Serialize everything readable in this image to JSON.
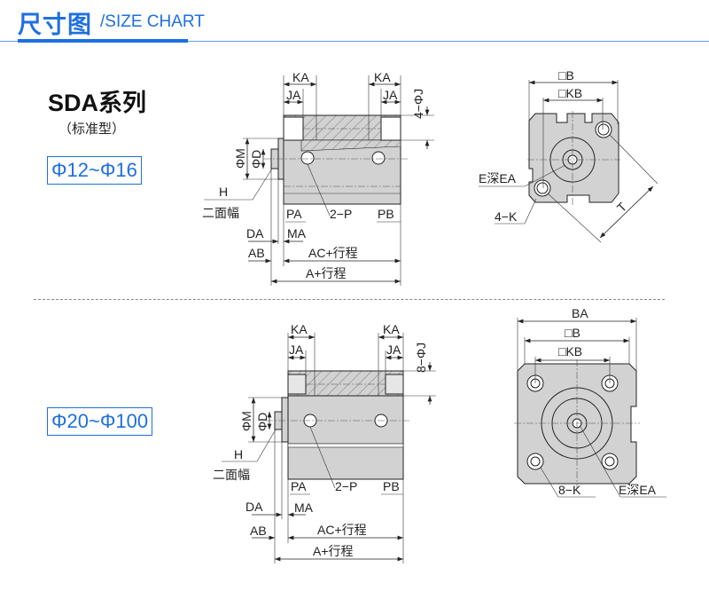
{
  "header": {
    "title_cn": "尺寸图",
    "title_en": "/SIZE CHART"
  },
  "series": {
    "name": "SDA系列",
    "subtype": "（标准型）"
  },
  "section1": {
    "range": "Φ12~Φ16",
    "labels": {
      "ka1": "KA",
      "ja1": "JA",
      "ka2": "KA",
      "ja2": "JA",
      "phij": "4−ΦJ",
      "phim": "ΦM",
      "phid": "ΦD",
      "h": "H",
      "flats": "二面幅",
      "pa": "PA",
      "p": "2−P",
      "pb": "PB",
      "da": "DA",
      "ma": "MA",
      "ab": "AB",
      "ac": "AC+行程",
      "a": "A+行程",
      "b": "□B",
      "kb": "□KB",
      "e": "E深EA",
      "k": "4−K",
      "t": "T"
    }
  },
  "section2": {
    "range": "Φ20~Φ100",
    "labels": {
      "ka1": "KA",
      "ja1": "JA",
      "ka2": "KA",
      "ja2": "JA",
      "phij": "8−ΦJ",
      "phim": "ΦM",
      "phid": "ΦD",
      "h": "H",
      "flats": "二面幅",
      "pa": "PA",
      "p": "2−P",
      "pb": "PB",
      "da": "DA",
      "ma": "MA",
      "ab": "AB",
      "ac": "AC+行程",
      "a": "A+行程",
      "ba": "BA",
      "b": "□B",
      "kb": "□KB",
      "k": "8−K",
      "e": "E深EA"
    }
  },
  "colors": {
    "accent": "#1f6fe0"
  }
}
